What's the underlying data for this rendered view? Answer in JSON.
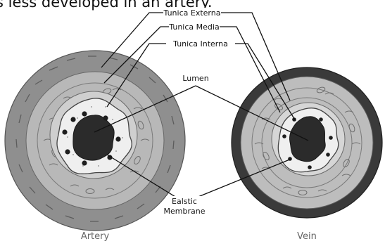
{
  "caption_fragment": "s less developed in an artery.",
  "labels": {
    "tunica_externa": "Tunica Externa",
    "tunica_media": "Tunica Media",
    "tunica_interna": "Tunica Interna",
    "lumen": "Lumen",
    "elastic_line1": "Ealstic",
    "elastic_line2": "Membrane"
  },
  "vessels": {
    "artery": "Artery",
    "vein": "Vein"
  },
  "colors": {
    "externa_artery": "#8f8f8f",
    "externa_vein": "#3a3a3a",
    "media": "#bdbdbd",
    "interna_band": "#d9d9d9",
    "membrane": "#f2f2f2",
    "lumen": "#2b2b2b"
  }
}
